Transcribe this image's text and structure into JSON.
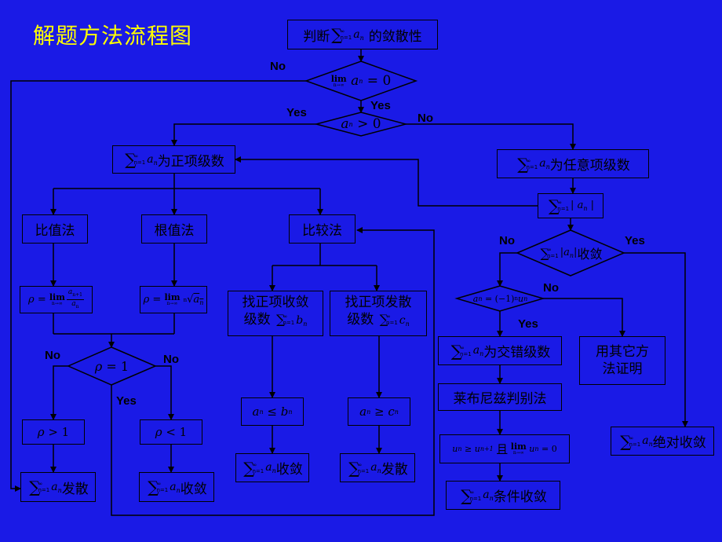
{
  "title": "解题方法流程图",
  "labels": {
    "no": "No",
    "yes": "Yes"
  },
  "nodes": {
    "judge": {
      "prefix": "判断",
      "suffix": "的敛散性"
    },
    "limit_cond": "lim a_n = 0",
    "an_pos": "a_n > 0",
    "positive": "为正项级数",
    "arbitrary": "为任意项级数",
    "abs_series": "|a_n|",
    "ratio": "比值法",
    "root": "根值法",
    "compare": "比较法",
    "ratio_formula": "ρ = lim a_{n+1}/a_n",
    "root_formula": "ρ = lim ⁿ√a_n",
    "find_conv": {
      "line1": "找正项收敛",
      "line2": "级数"
    },
    "find_div": {
      "line1": "找正项发散",
      "line2": "级数"
    },
    "abs_conv": "收敛",
    "alt_cond": "a_n = (−1)^n u_n",
    "rho_eq": "ρ = 1",
    "alternating": "为交错级数",
    "other": {
      "line1": "用其它方",
      "line2": "法证明"
    },
    "leibniz": "莱布尼兹判别法",
    "an_le_bn": "a_n ≤ b_n",
    "an_ge_cn": "a_n ≥ c_n",
    "rho_gt": "ρ > 1",
    "rho_lt": "ρ < 1",
    "leibniz_cond": {
      "left": "u_n ≥ u_{n+1}",
      "mid": "且",
      "right": "lim u_n = 0"
    },
    "absolute": "绝对收敛",
    "diverge": "发散",
    "converge": "收敛",
    "conditional": "条件收敛"
  },
  "colors": {
    "background": "#1a1ae6",
    "title": "#ffff00",
    "line": "#000000"
  }
}
